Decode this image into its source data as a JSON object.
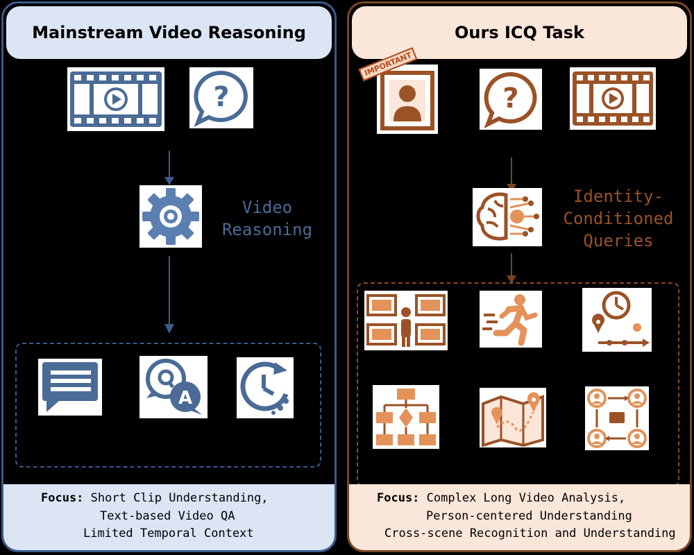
{
  "colors": {
    "blue": "#4a6b96",
    "blue_light": "#dbe5f4",
    "brown": "#9a5226",
    "brown_light": "#fbe6da",
    "orange": "#e3925a"
  },
  "left": {
    "title": "Mainstream Video Reasoning",
    "process_label_line1": "Video",
    "process_label_line2": "Reasoning",
    "focus_label": "Focus:",
    "focus_lines": [
      "Short Clip Understanding,",
      "Text-based Video QA",
      "Limited Temporal Context"
    ],
    "icons": [
      "film-strip-icon",
      "question-bubble-icon",
      "gear-icon",
      "chat-message-icon",
      "qa-bubbles-icon",
      "clock-history-icon"
    ]
  },
  "right": {
    "title": "Ours ICQ Task",
    "important_stamp": "IMPORTANT",
    "process_label_line1": "Identity-",
    "process_label_line2": "Conditioned",
    "process_label_line3": "Queries",
    "focus_label": "Focus:",
    "focus_lines": [
      "Complex Long Video Analysis,",
      "Person-centered Understanding",
      "Cross-scene Recognition and Understanding"
    ],
    "icons": [
      "person-portrait-icon",
      "question-bubble-icon",
      "film-strip-icon",
      "brain-circuit-icon",
      "multi-scene-person-icon",
      "running-person-icon",
      "timeline-clock-icon",
      "flowchart-icon",
      "map-route-icon",
      "people-network-icon"
    ]
  }
}
